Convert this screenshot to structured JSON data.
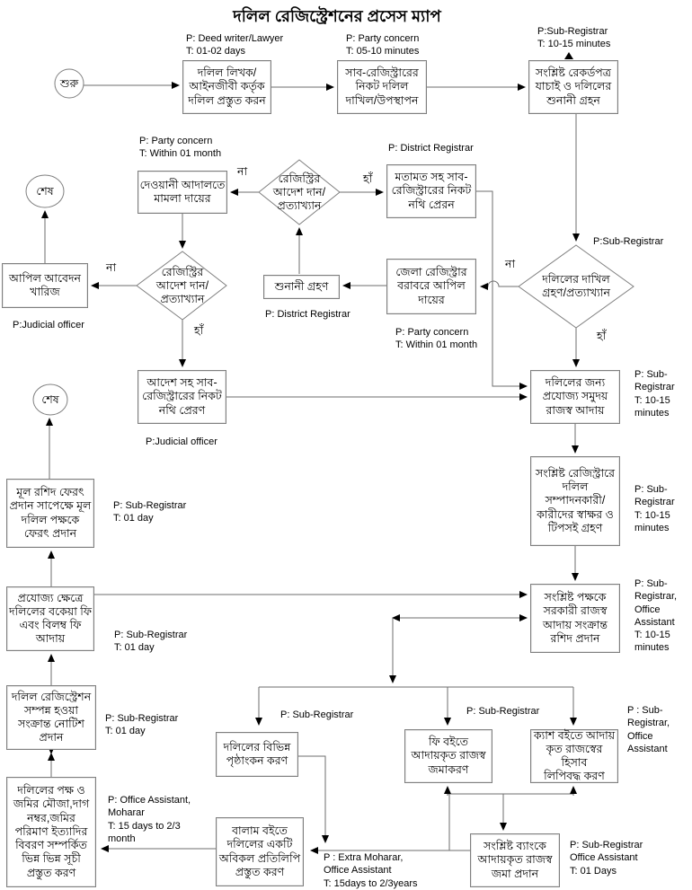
{
  "title": "দলিল রেজিস্ট্রেশনের প্রসেস ম্যাপ",
  "labels": {
    "yes": "হাঁ",
    "no": "না"
  },
  "nodes": {
    "start": {
      "label": "শুরু"
    },
    "end_top": {
      "label": "শেষ"
    },
    "end_mid": {
      "label": "শেষ"
    },
    "prepare_deed": {
      "label": "দলিল লিখক/\nআইনজীবী কর্তৃক\nদলিল প্রস্তুত করন"
    },
    "submit_deed": {
      "label": "সাব-রেজিস্ট্রারের\nনিকট দলিল\nদাখিল/উপস্থাপন"
    },
    "verify_records": {
      "label": "সংশ্লিষ্ট রেকর্ডপত্র\nযাচাই ও দলিলের\nশুনানী গ্রহন"
    },
    "accept_decision": {
      "label": "দলিলের দাখিল\nগ্রহণ/প্রত্যাখ্যান"
    },
    "send_opinion": {
      "label": "মতামত সহ সাব-\nরেজিস্ট্রারের নিকট\nনথি প্রেরন"
    },
    "registry_order_upper": {
      "label": "রেজিস্ট্রির\nআদেশ দান/\nপ্রত্যাখ্যান"
    },
    "civil_court": {
      "label": "দেওয়ানী আদালতে\nমামলা দায়ের"
    },
    "registry_order_lower": {
      "label": "রেজিস্ট্রির\nআদেশ দান/\nপ্রত্যাখ্যান"
    },
    "appeal_dismissed": {
      "label": "আপিল আবেদন\nখারিজ"
    },
    "hearing": {
      "label": "শুনানী গ্রহণ"
    },
    "appeal_dr": {
      "label": "জেলা রেজিস্ট্রার\nবরাবরে আপিল\nদায়ের"
    },
    "send_order": {
      "label": "আদেশ সহ সাব-\nরেজিস্ট্রারের নিকট\nনথি প্রেরণ"
    },
    "collect_revenue": {
      "label": "দলিলের জন্য\nপ্রযোজ্য সমুদয়\nরাজস্ব আদায়"
    },
    "signatures": {
      "label": "সংশ্লিষ্ট রেজিস্ট্রারে\nদলিল\nসম্পাদনকারী/\nকারীদের স্বাক্ষর ও\nটিপসই গ্রহণ"
    },
    "give_receipt": {
      "label": "সংশ্লিষ্ট পক্ষকে\nসরকারী রাজস্ব\nআদায় সংক্রান্ত\nরশিদ প্রদান"
    },
    "return_deed": {
      "label": "মূল রশিদ ফেরৎ\nপ্রদান সাপেক্ষে মূল\nদলিল পক্ষকে\nফেরৎ প্রদান"
    },
    "due_fees": {
      "label": "প্রযোজ্য ক্ষেত্রে\nদলিলের বকেয়া ফি\nএবং বিলম্ব ফি\nআদায়"
    },
    "notice": {
      "label": "দলিল রেজিস্ট্রেশন\nসম্পন্ন হওয়া\nসংক্রান্ত নোটিশ\nপ্রদান"
    },
    "indices": {
      "label": "দলিলের পক্ষ ও\nজমির মৌজা,দাগ\nনম্বর,জমির\nপরিমাণ ইত্যাদির\nবিবরণ সম্পর্কিত\nভিন্ন ভিন্ন সূচী\nপ্রস্তুত করণ"
    },
    "endorsement": {
      "label": "দলিলের বিভিন্ন\nপৃষ্ঠাংকন করণ"
    },
    "fee_book": {
      "label": "ফি বইতে\nআদায়কৃত রাজস্ব\nজমাকরণ"
    },
    "cash_book": {
      "label": "ক্যাশ বইতে আদায়\nকৃত রাজস্বের হিসাব\nলিপিবদ্ধ করণ"
    },
    "bank_deposit": {
      "label": "সংশ্লিষ্ট ব্যাংকে\nআদায়কৃত রাজস্ব\nজমা প্রদান"
    },
    "balam_copy": {
      "label": "বালাম বইতে\nদলিলের একটি\nঅবিকল প্রতিলিপি\nপ্রস্তুত করণ"
    }
  },
  "annotations": {
    "prepare": "P: Deed writer/Lawyer\nT: 01-02 days",
    "submit": "P: Party concern\nT: 05-10 minutes",
    "verify": "P:Sub-Registrar\nT: 10-15 minutes",
    "court": "P: Party concern\nT: Within 01 month",
    "opinion": "P: District Registrar",
    "accept": "P:Sub-Registrar",
    "dismiss": "P:Judicial officer",
    "hearing": "P: District Registrar",
    "appeal": "P: Party concern\nT: Within 01 month",
    "order": "P:Judicial officer",
    "revenue": "P: Sub-\nRegistrar\nT: 10-15\nminutes",
    "sign": "P: Sub-\nRegistrar\nT: 10-15\nminutes",
    "receipt": "P: Sub-\nRegistrar,\nOffice\nAssistant\nT: 10-15\nminutes",
    "return": "P: Sub-Registrar\nT: 01 day",
    "due": "P: Sub-Registrar\nT: 01 day",
    "notice": "P: Sub-Registrar\nT: 01 day",
    "index": "P: Office Assistant,\nMoharar\nT: 15 days to 2/3\nmonth",
    "endorse": "P: Sub-Registrar",
    "feebook": "P: Sub-Registrar",
    "cashbook": "P : Sub-\nRegistrar,\nOffice\nAssistant",
    "balam": "P : Extra Moharar,\nOffice Assistant\nT: 15days to 2/3years",
    "bank": "P: Sub-Registrar\nOffice Assistant\nT: 01 Days"
  }
}
